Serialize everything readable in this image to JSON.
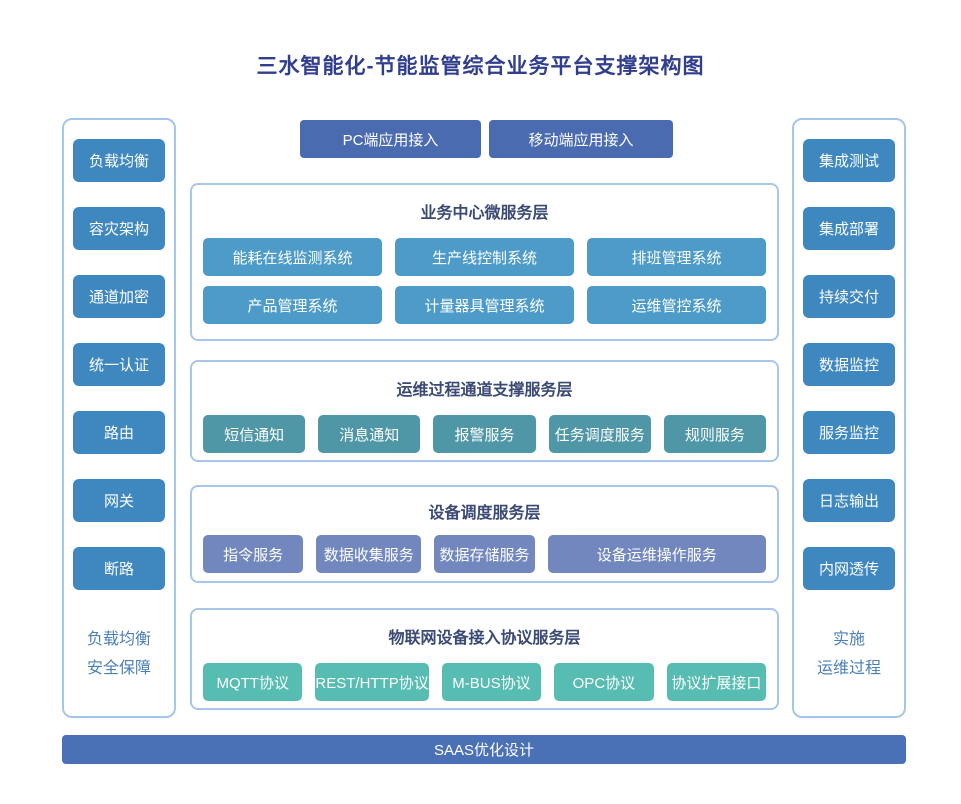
{
  "page": {
    "title": "三水智能化-节能监管综合业务平台支撑架构图"
  },
  "top_buttons": [
    "PC端应用接入",
    "移动端应用接入"
  ],
  "left_panel": {
    "items": [
      "负载均衡",
      "容灾架构",
      "通道加密",
      "统一认证",
      "路由",
      "网关",
      "断路"
    ],
    "footer": [
      "负载均衡",
      "安全保障"
    ]
  },
  "right_panel": {
    "items": [
      "集成测试",
      "集成部署",
      "持续交付",
      "数据监控",
      "服务监控",
      "日志输出",
      "内网透传"
    ],
    "footer": [
      "实施",
      "运维过程"
    ]
  },
  "layers": [
    {
      "title": "业务中心微服务层",
      "items": [
        "能耗在线监测系统",
        "生产线控制系统",
        "排班管理系统",
        "产品管理系统",
        "计量器具管理系统",
        "运维管控系统"
      ]
    },
    {
      "title": "运维过程通道支撑服务层",
      "items": [
        "短信通知",
        "消息通知",
        "报警服务",
        "任务调度服务",
        "规则服务"
      ]
    },
    {
      "title": "设备调度服务层",
      "items": [
        "指令服务",
        "数据收集服务",
        "数据存储服务",
        "设备运维操作服务"
      ]
    },
    {
      "title": "物联网设备接入协议服务层",
      "items": [
        "MQTT协议",
        "REST/HTTP协议",
        "M-BUS协议",
        "OPC协议",
        "协议扩展接口"
      ]
    }
  ],
  "bottom_bar": {
    "label": "SAAS优化设计"
  },
  "colors": {
    "title_text": "#313e8e",
    "section_title_text": "#3b4a75",
    "side_panel_box": "#3f88bf",
    "side_footer_text": "#4b80b6",
    "layer1_box": "#4d9bc8",
    "layer2_box": "#4f96a7",
    "layer3_box": "#7287bd",
    "layer4_box": "#57bcb2",
    "accent_button": "#4a6bb0",
    "bottom_bar": "#4a70b5",
    "panel_border": "#a8c6e9"
  }
}
